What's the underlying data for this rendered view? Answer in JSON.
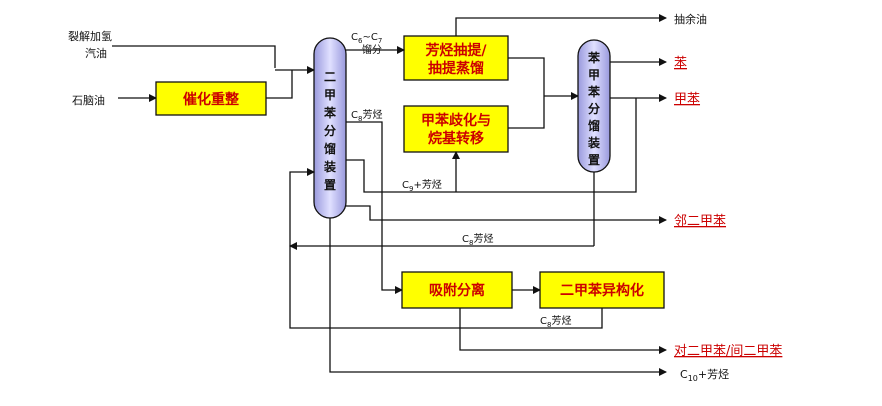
{
  "feeds": {
    "cracked_line1": "裂解加氢",
    "cracked_line2": "汽油",
    "naphtha": "石脑油"
  },
  "units": {
    "reforming": "催化重整",
    "aromatic_extraction_line1": "芳烃抽提/",
    "aromatic_extraction_line2": "抽提蒸馏",
    "toluene_disproportionation_line1": "甲苯歧化与",
    "toluene_disproportionation_line2": "烷基转移",
    "adsorption": "吸附分离",
    "isomerization": "二甲苯异构化"
  },
  "columns": {
    "xylene_fractionation": [
      "二",
      "甲",
      "苯",
      "分",
      "馏",
      "装",
      "置"
    ],
    "benzene_fractionation": [
      "苯",
      "甲",
      "苯",
      "分",
      "馏",
      "装",
      "置"
    ]
  },
  "stream_labels": {
    "c6c7_main": "C",
    "c6c7_sub1": "6",
    "c6c7_tilde": "~C",
    "c6c7_sub2": "7",
    "c6c7_line2": "馏分",
    "c8_main": "C",
    "c8_sub": "8",
    "c8_suffix": "芳烃",
    "c9_main": "C",
    "c9_sub": "9",
    "c9_suffix": "+芳烃",
    "c8_recycle_main": "C",
    "c8_recycle_sub": "8",
    "c8_recycle_suffix": "芳烃",
    "c8_iso_main": "C",
    "c8_iso_sub": "8",
    "c8_iso_suffix": "芳烃",
    "c10_main": "C",
    "c10_sub": "10",
    "c10_suffix": "+芳烃"
  },
  "products": {
    "raffinate": "抽余油",
    "benzene": "苯",
    "toluene": "甲苯",
    "oxylene": "邻二甲苯",
    "pm_xylene": "对二甲苯/间二甲苯"
  },
  "colors": {
    "box_fill": "#ffff00",
    "box_text": "#cc0000",
    "column_fill": "#ccccff",
    "product_text": "#cc0000",
    "line": "#111111"
  }
}
